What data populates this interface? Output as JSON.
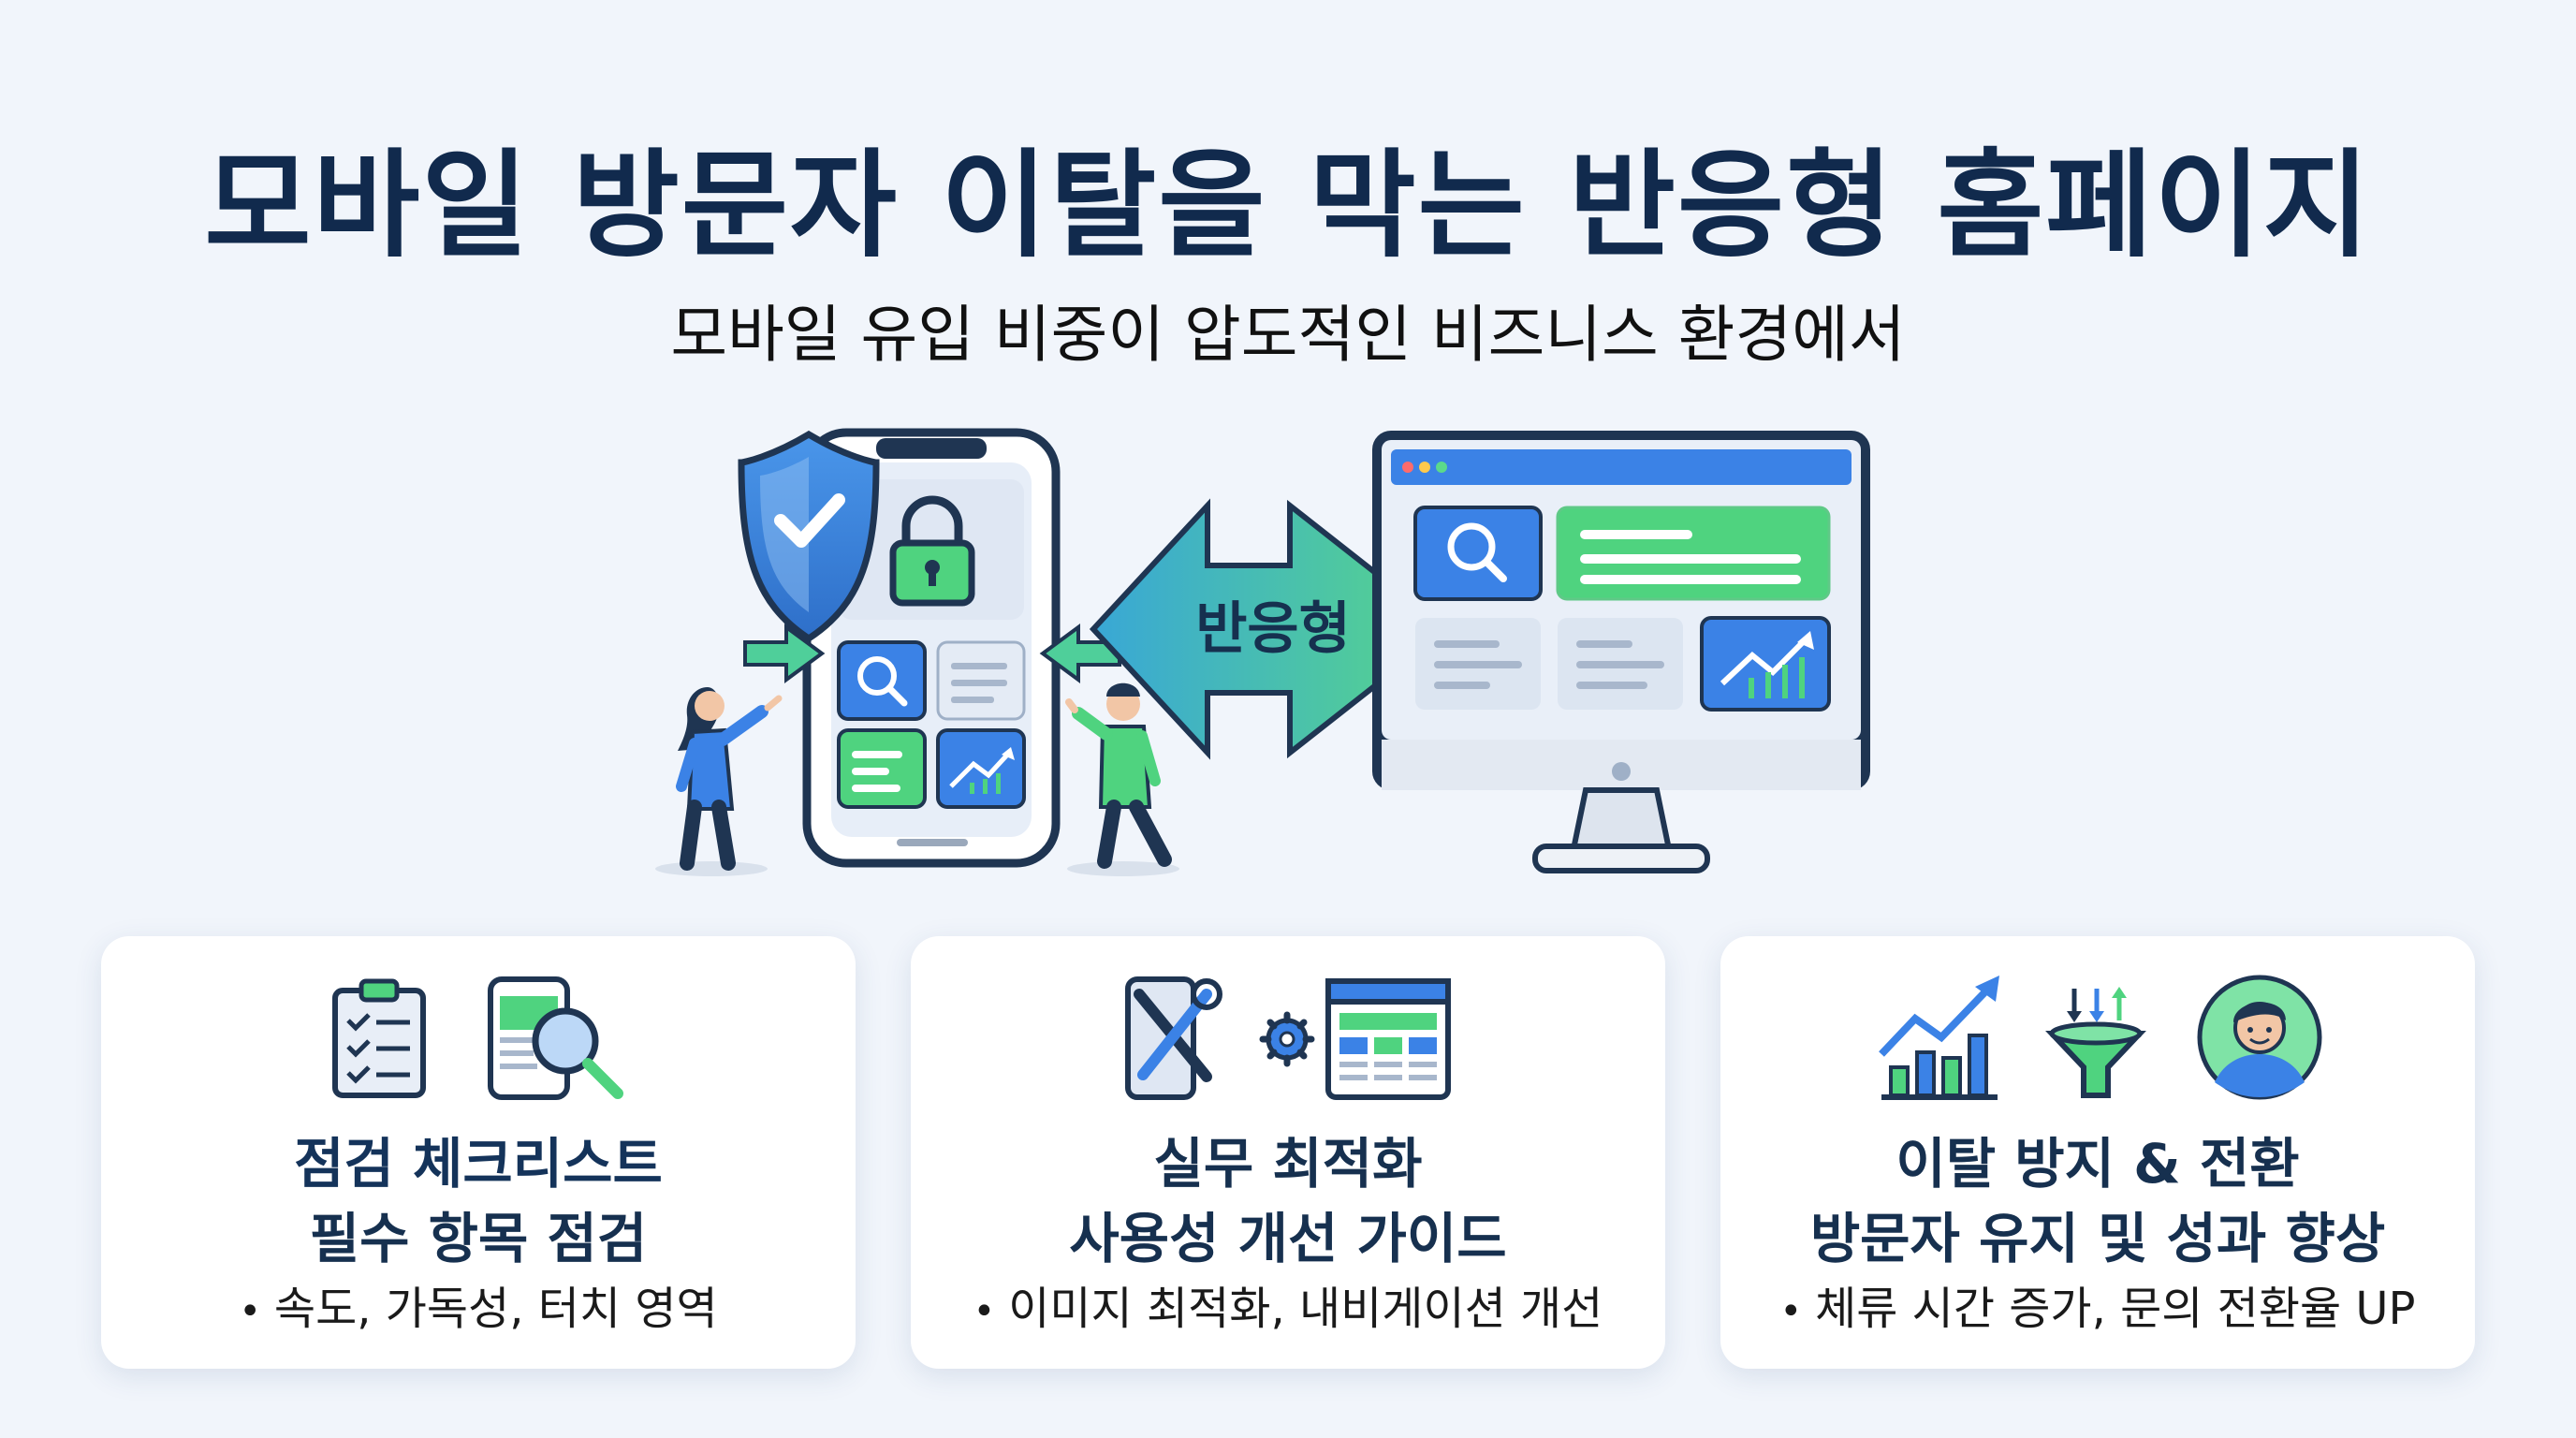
{
  "title": "모바일 방문자 이탈을 막는 반응형 홈페이지",
  "subtitle": "모바일 유입 비중이 압도적인 비즈니스 환경에서",
  "hero": {
    "arrow_label": "반응형",
    "icons": [
      "shield-check-icon",
      "lock-icon",
      "search-icon",
      "chart-icon",
      "monitor-icon",
      "phone-icon"
    ]
  },
  "cards": [
    {
      "heading": "점검 체크리스트",
      "subheading": "필수 항목 점검",
      "bullet": "속도, 가독성, 터치 영역",
      "icons": [
        "clipboard-checklist-icon",
        "phone-magnifier-icon"
      ]
    },
    {
      "heading": "실무 최적화",
      "subheading": "사용성 개선 가이드",
      "bullet": "이미지 최적화, 내비게이션 개선",
      "icons": [
        "phone-tools-icon",
        "gear-icon",
        "browser-layout-icon"
      ]
    },
    {
      "heading": "이탈 방지 & 전환",
      "subheading": "방문자 유지 및 성과 향상",
      "bullet": "체류 시간 증가, 문의 전환율 UP",
      "icons": [
        "growth-chart-icon",
        "funnel-icon",
        "user-avatar-icon"
      ]
    }
  ],
  "colors": {
    "navy": "#112a4d",
    "blue": "#3b82e6",
    "green": "#4fd37f",
    "background": "#f1f5fb"
  }
}
